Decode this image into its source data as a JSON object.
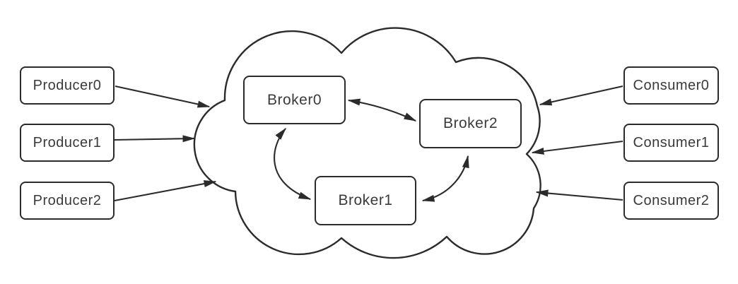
{
  "colors": {
    "stroke": "#2b2b2b",
    "text": "#3a3a3a",
    "background": "#ffffff"
  },
  "nodes": {
    "producers": [
      {
        "label": "Producer0"
      },
      {
        "label": "Producer1"
      },
      {
        "label": "Producer2"
      }
    ],
    "brokers": [
      {
        "label": "Broker0"
      },
      {
        "label": "Broker1"
      },
      {
        "label": "Broker2"
      }
    ],
    "consumers": [
      {
        "label": "Consumer0"
      },
      {
        "label": "Consumer1"
      },
      {
        "label": "Consumer2"
      }
    ]
  },
  "edges": [
    {
      "from": "Producer0",
      "to": "cluster-cloud",
      "arrows": "forward"
    },
    {
      "from": "Producer1",
      "to": "cluster-cloud",
      "arrows": "forward"
    },
    {
      "from": "Producer2",
      "to": "cluster-cloud",
      "arrows": "forward"
    },
    {
      "from": "Consumer0",
      "to": "cluster-cloud",
      "arrows": "forward"
    },
    {
      "from": "Consumer1",
      "to": "cluster-cloud",
      "arrows": "forward"
    },
    {
      "from": "Consumer2",
      "to": "cluster-cloud",
      "arrows": "forward"
    },
    {
      "from": "Broker0",
      "to": "Broker2",
      "arrows": "both"
    },
    {
      "from": "Broker0",
      "to": "Broker1",
      "arrows": "both"
    },
    {
      "from": "Broker1",
      "to": "Broker2",
      "arrows": "both"
    }
  ]
}
